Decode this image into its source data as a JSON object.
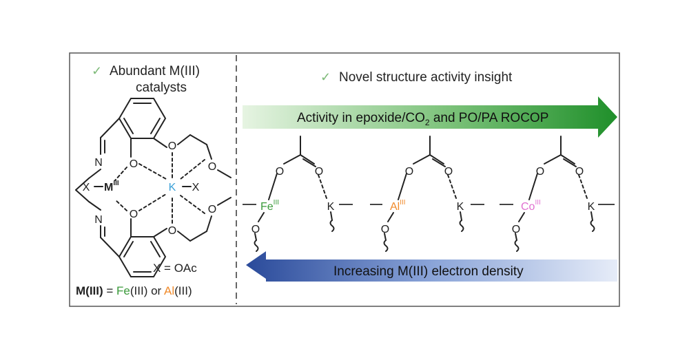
{
  "left_panel": {
    "check_glyph": "✓",
    "heading_line1": "Abundant M(III)",
    "heading_line2": "catalysts",
    "label_N_top": "N",
    "label_N_bottom": "N",
    "label_O": "O",
    "label_X_left": "X",
    "label_M": "M",
    "label_M_sup": "III",
    "label_K": "K",
    "label_X_right": "X",
    "x_def": "X = OAc",
    "footer_m": "M(III)",
    "footer_eq": " = ",
    "footer_fe": "Fe",
    "footer_fe_ox": "(III)",
    "footer_or": " or ",
    "footer_al": "Al",
    "footer_al_ox": "(III)"
  },
  "right_panel": {
    "check_glyph": "✓",
    "heading": "Novel structure activity insight",
    "arrow_top_main": "Activity in epoxide/CO",
    "arrow_top_sub": "2",
    "arrow_top_tail": " and PO/PA ROCOP",
    "arrow_bottom": "Increasing M(III) electron density",
    "label_O": "O",
    "label_K": "K",
    "metals": [
      {
        "symbol": "Fe",
        "ox": "III"
      },
      {
        "symbol": "Al",
        "ox": "III"
      },
      {
        "symbol": "Co",
        "ox": "III"
      }
    ]
  },
  "colors": {
    "check": "#7dba78",
    "fe": "#3a9a3a",
    "al": "#f08a2a",
    "co": "#e070d0",
    "k": "#3aa0d8",
    "green_arrow": "#1f8f2a",
    "blue_arrow": "#2a4a9a"
  }
}
